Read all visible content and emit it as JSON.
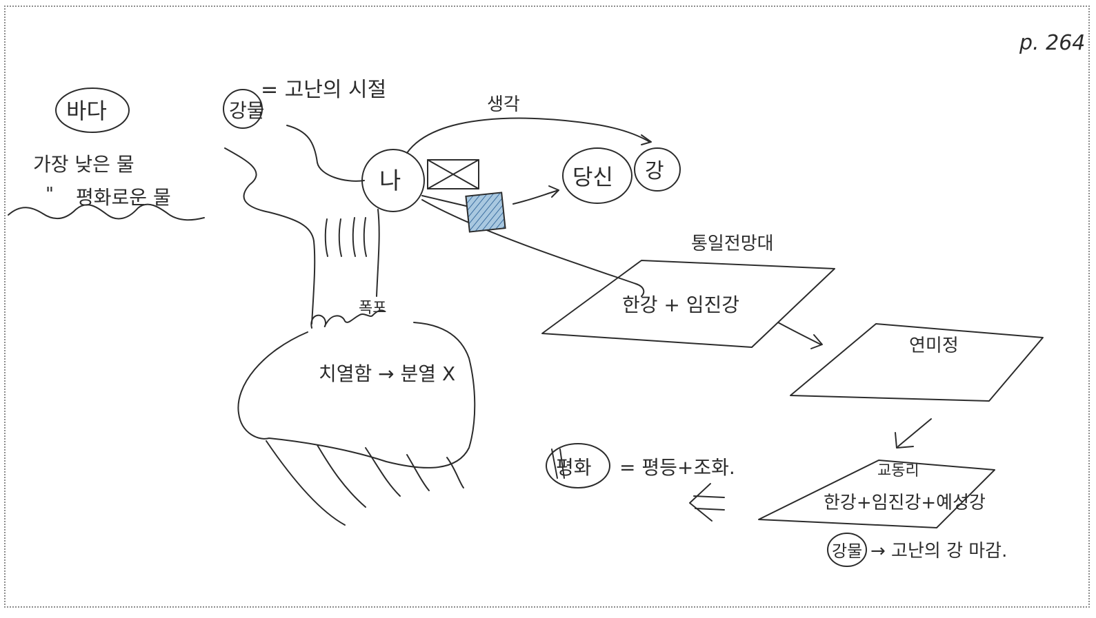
{
  "page_number": "p. 264",
  "sea": {
    "title": "바다",
    "line1": "가장 낮은 물",
    "ditto_mark": "\"",
    "line2": "평화로운 물"
  },
  "river_water": {
    "label": "강물",
    "definition": "= 고난의 시절"
  },
  "me": "나",
  "thought": "생각",
  "you": "당신",
  "river": "강",
  "unification": {
    "header": "통일전망대",
    "content": "한강 + 임진강"
  },
  "yeonmi": "연미정",
  "confluence": {
    "header": "교동리",
    "content": "한강+임진강+예성강"
  },
  "peace": {
    "label": "평화",
    "definition": "= 평등+조화."
  },
  "final_note": {
    "label": "강물",
    "text": "→ 고난의 강 마감."
  },
  "waterfall_text": "폭포",
  "cliff_text": "치열함 → 분열 X",
  "colors": {
    "ink": "#2b2b2b",
    "frame": "#8a8a8a",
    "hatch_fill": "#a9c8e0",
    "hatch_stroke": "#3b6ea0"
  }
}
